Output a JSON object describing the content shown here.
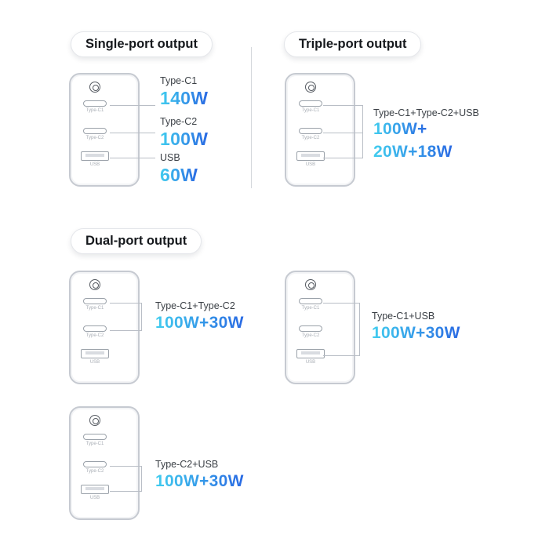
{
  "colors": {
    "value_gradient_start": "#41cdef",
    "value_gradient_end": "#2a6ae3",
    "line": "#b9bec6"
  },
  "charger": {
    "ports": [
      "Type-C1",
      "Type-C2",
      "USB"
    ]
  },
  "single": {
    "badge": "Single-port output",
    "items": [
      {
        "label": "Type-C1",
        "value": "140W"
      },
      {
        "label": "Type-C2",
        "value": "100W"
      },
      {
        "label": "USB",
        "value": "60W"
      }
    ]
  },
  "triple": {
    "badge": "Triple-port output",
    "label": "Type-C1+Type-C2+USB",
    "value_line1": "100W+",
    "value_line2": "20W+18W"
  },
  "dual": {
    "badge": "Dual-port output",
    "items": [
      {
        "label": "Type-C1+Type-C2",
        "value": "100W+30W"
      },
      {
        "label": "Type-C1+USB",
        "value": "100W+30W"
      },
      {
        "label": "Type-C2+USB",
        "value": "100W+30W"
      }
    ]
  }
}
